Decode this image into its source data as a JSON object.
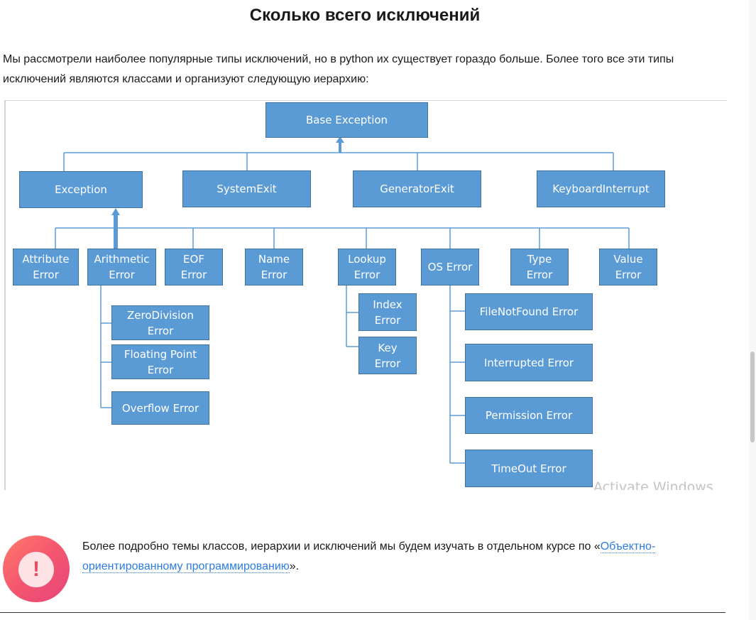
{
  "page": {
    "title": "Сколько всего исключений",
    "intro": "Мы рассмотрели наиболее популярные типы исключений, но в python их существует гораздо больше. Более того все эти типы исключений являются классами и организуют следующую иерархию:"
  },
  "diagram": {
    "watermark": "Activate Windows",
    "colors": {
      "box_fill": "#5b9bd5",
      "box_border": "#41719c",
      "connector": "#5b9bd5"
    },
    "nodes": {
      "base_exception": "Base Exception",
      "exception": "Exception",
      "system_exit": "SystemExit",
      "generator_exit": "GeneratorExit",
      "keyboard_interrupt": "KeyboardInterrupt",
      "attribute_error": "Attribute\nError",
      "arithmetic_error": "Arithmetic\nError",
      "eof_error": "EOF\nError",
      "name_error": "Name\nError",
      "lookup_error": "Lookup\nError",
      "os_error": "OS Error",
      "type_error": "Type\nError",
      "value_error": "Value\nError",
      "zero_division_error": "ZeroDivision\nError",
      "floating_point_error": "Floating Point\nError",
      "overflow_error": "Overflow Error",
      "index_error": "Index\nError",
      "key_error": "Key\nError",
      "file_not_found_error": "FileNotFound Error",
      "interrupted_error": "Interrupted Error",
      "permission_error": "Permission Error",
      "timeout_error": "TimeOut Error"
    }
  },
  "note": {
    "icon": "exclamation-icon",
    "icon_glyph": "!",
    "text_before": "Более подробно темы классов, иерархии и исключений мы будем изучать в отдельном курсе по «",
    "link_text": "Объектно-ориентированному программированию",
    "text_after": "»."
  }
}
